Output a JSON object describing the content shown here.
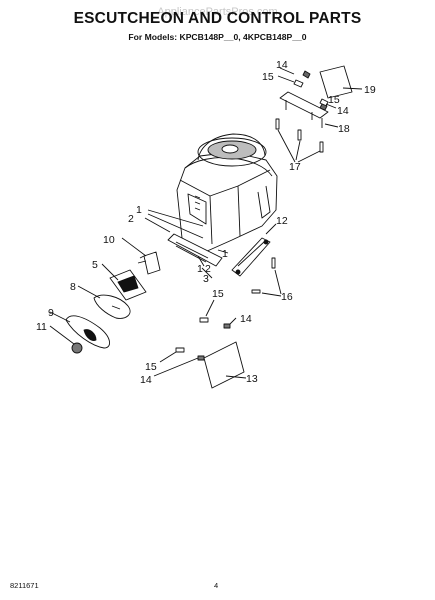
{
  "header": {
    "title": "ESCUTCHEON AND CONTROL PARTS",
    "subtitle": "For Models: KPCB148P__0, 4KPCB148P__0",
    "watermark": "AppliancePartsPros.com"
  },
  "callouts": {
    "c1a": "1",
    "c1b": "1",
    "c1c": "1",
    "c2a": "2",
    "c2b": "2",
    "c3": "3",
    "c5": "5",
    "c8": "8",
    "c9": "9",
    "c10": "10",
    "c11": "11",
    "c12": "12",
    "c13": "13",
    "c14a": "14",
    "c14b": "14",
    "c14c": "14",
    "c14d": "14",
    "c15a": "15",
    "c15b": "15",
    "c15c": "15",
    "c15d": "15",
    "c16": "16",
    "c17": "17",
    "c18": "18",
    "c19": "19"
  },
  "footer": {
    "doc_number": "8211671",
    "page": "4"
  }
}
